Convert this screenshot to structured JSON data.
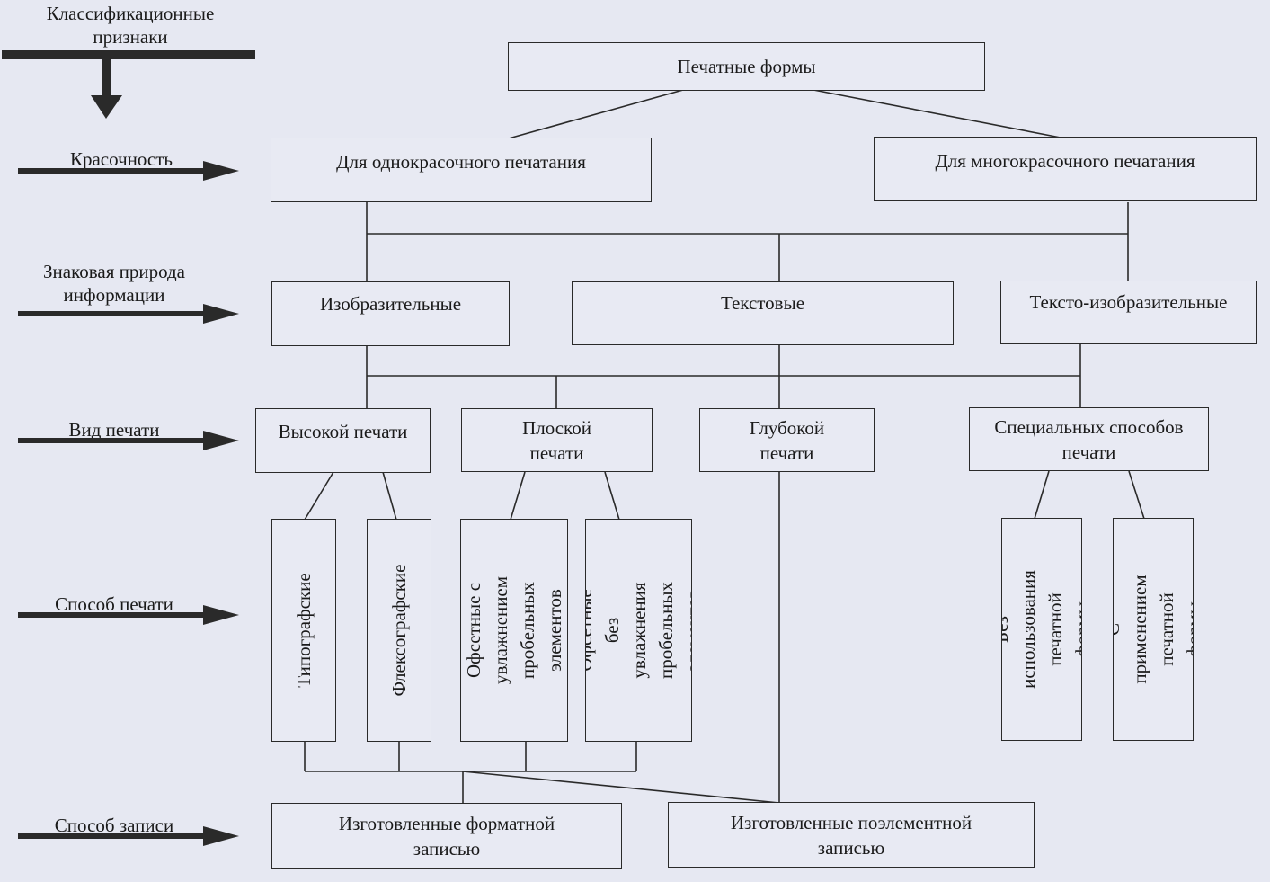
{
  "legend": {
    "header": "Классификационные\nпризнаки",
    "criteria": [
      "Красочность",
      "Знаковая природа\nинформации",
      "Вид печати",
      "Способ печати",
      "Способ записи"
    ]
  },
  "root": "Печатные формы",
  "color": [
    "Для однокрасочного печатания",
    "Для многокрасочного печатания"
  ],
  "nature": [
    "Изобразительные",
    "Текстовые",
    "Тексто-изобразительные"
  ],
  "print_type": [
    "Высокой печати",
    "Плоской\nпечати",
    "Глубокой\nпечати",
    "Специальных способов\nпечати"
  ],
  "print_method": [
    "Типографские",
    "Флексографские",
    "Офсетные с\nувлажнением\nпробельных элементов",
    "Офсетные без\nувлажнения\nпробельных элементов",
    "Без использования\nпечатной формы",
    "С применением\nпечатной формы"
  ],
  "record": [
    "Изготовленные форматной\nзаписью",
    "Изготовленные поэлементной\nзаписью"
  ],
  "colors": {
    "line": "#2a2a2a",
    "background": "#e6e8f2"
  }
}
